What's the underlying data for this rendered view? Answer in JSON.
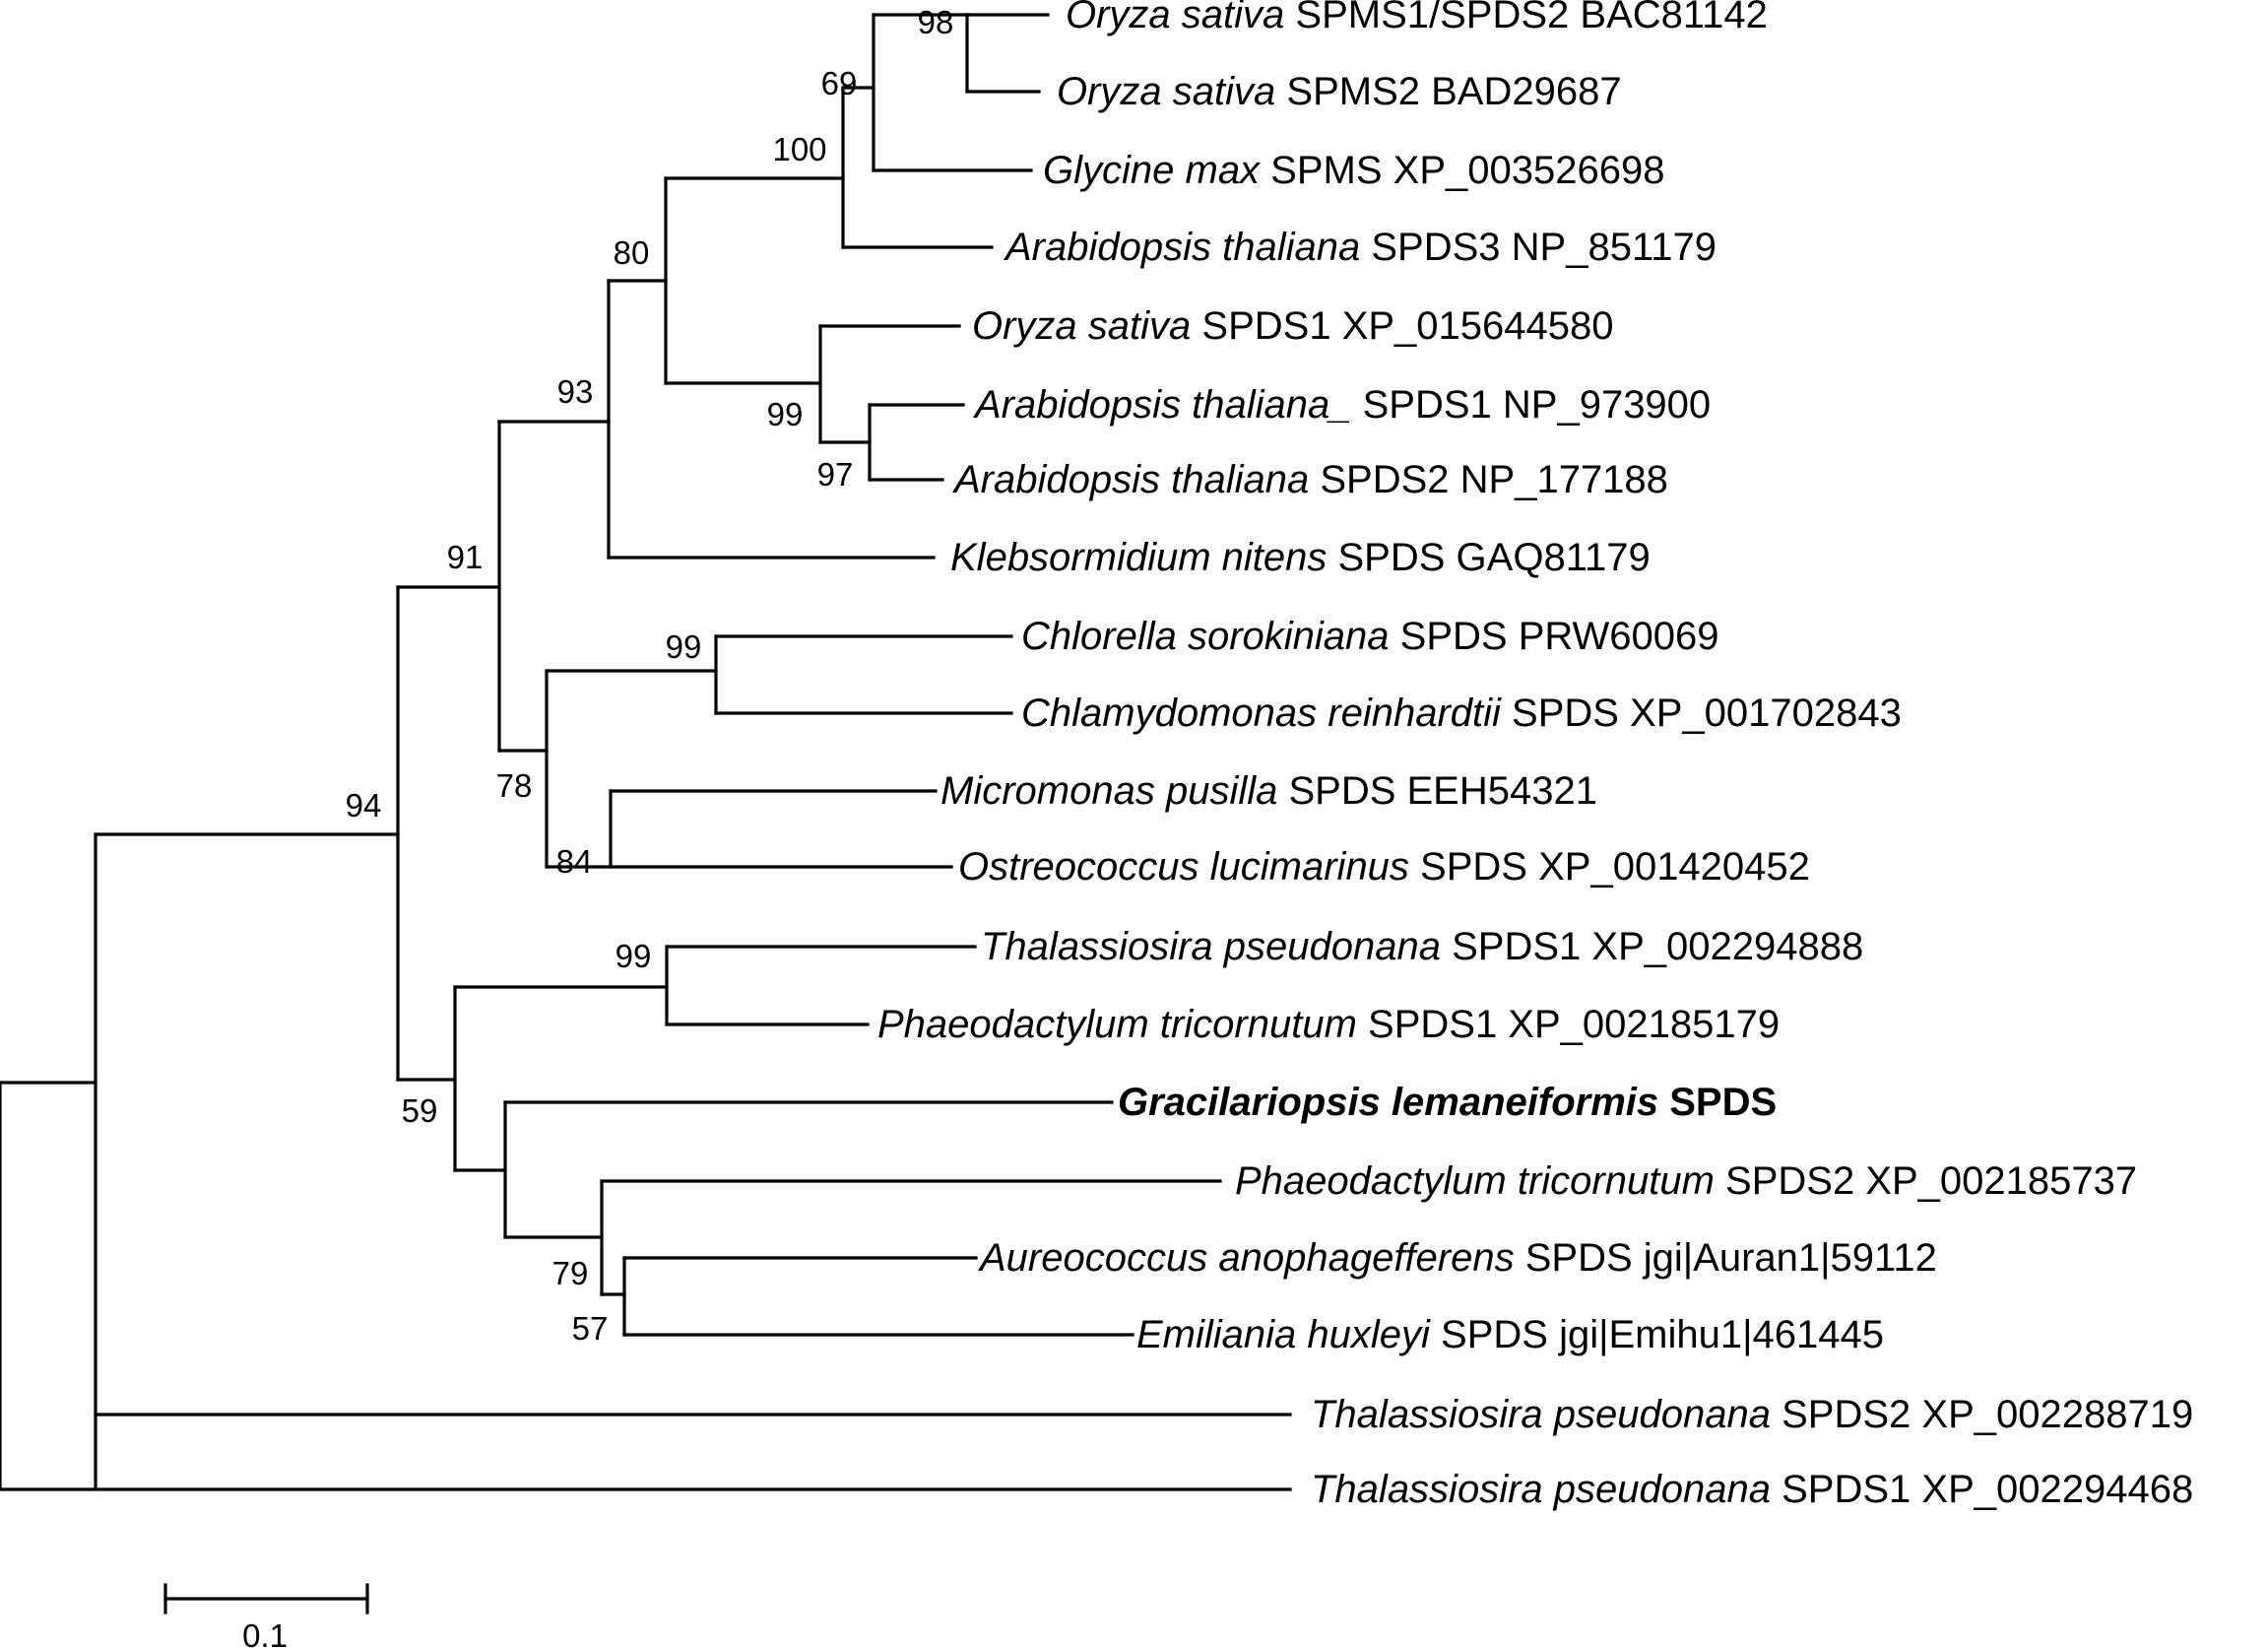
{
  "tree": {
    "leaves": [
      {
        "species": "Oryza sativa",
        "rest": "SPMS1/SPDS2 BAC81142",
        "highlight": false
      },
      {
        "species": "Oryza sativa",
        "rest": "SPMS2 BAD29687",
        "highlight": false
      },
      {
        "species": "Glycine max",
        "rest": "SPMS XP_003526698",
        "highlight": false
      },
      {
        "species": "Arabidopsis thaliana",
        "rest": "SPDS3 NP_851179",
        "highlight": false
      },
      {
        "species": "Oryza sativa",
        "rest": "SPDS1 XP_015644580",
        "highlight": false
      },
      {
        "species": "Arabidopsis thaliana_",
        "rest": "SPDS1 NP_973900",
        "highlight": false
      },
      {
        "species": "Arabidopsis thaliana",
        "rest": "SPDS2 NP_177188",
        "highlight": false
      },
      {
        "species": "Klebsormidium nitens",
        "rest": "SPDS GAQ81179",
        "highlight": false
      },
      {
        "species": "Chlorella sorokiniana",
        "rest": "SPDS PRW60069",
        "highlight": false
      },
      {
        "species": "Chlamydomonas reinhardtii",
        "rest": "SPDS XP_001702843",
        "highlight": false
      },
      {
        "species": "Micromonas pusilla",
        "rest": "SPDS EEH54321",
        "highlight": false
      },
      {
        "species": "Ostreococcus lucimarinus",
        "rest": "SPDS XP_001420452",
        "highlight": false
      },
      {
        "species": "Thalassiosira pseudonana",
        "rest": "SPDS1 XP_002294888",
        "highlight": false
      },
      {
        "species": "Phaeodactylum tricornutum",
        "rest": "SPDS1 XP_002185179",
        "highlight": false
      },
      {
        "species": "Gracilariopsis lemaneiformis",
        "rest": "SPDS",
        "highlight": true
      },
      {
        "species": "Phaeodactylum tricornutum",
        "rest": "SPDS2 XP_002185737",
        "highlight": false
      },
      {
        "species": "Aureococcus anophagefferens",
        "rest": "SPDS jgi|Auran1|59112",
        "highlight": false
      },
      {
        "species": "Emiliania huxleyi",
        "rest": "SPDS jgi|Emihu1|461445",
        "highlight": false
      },
      {
        "species": "Thalassiosira pseudonana",
        "rest": "SPDS2 XP_002288719",
        "highlight": false
      },
      {
        "species": "Thalassiosira pseudonana",
        "rest": "SPDS1 XP_002294468",
        "highlight": false
      }
    ],
    "support_values": [
      "98",
      "69",
      "100",
      "80",
      "99",
      "97",
      "93",
      "91",
      "99",
      "84",
      "78",
      "94",
      "99",
      "57",
      "79",
      "59"
    ],
    "scale_bar": {
      "label": "0.1",
      "length": 0.1
    },
    "colors": {
      "line": "#000000",
      "text": "#000000",
      "background": "#ffffff"
    }
  }
}
